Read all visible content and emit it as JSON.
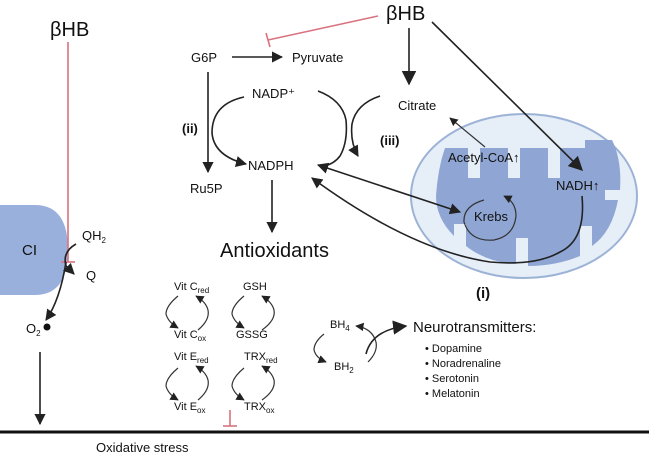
{
  "colors": {
    "mito_outer_fill": "#e6eef8",
    "mito_outer_stroke": "#9db3d6",
    "cristae_fill": "#8fa6d4",
    "complex_fill": "#9ab0dc",
    "inhibit_color": "#d9737f",
    "line_color": "#222222"
  },
  "labels": {
    "bhb_left": "βHB",
    "bhb_top": "βHB",
    "g6p": "G6P",
    "pyruvate": "Pyruvate",
    "nadp_plus": "NADP⁺",
    "nadph": "NADPH",
    "ru5p": "Ru5P",
    "citrate": "Citrate",
    "acetyl_coa": "Acetyl-CoA↑",
    "nadh": "NADH↑",
    "krebs": "Krebs",
    "antioxidants": "Antioxidants",
    "roman_ii": "(ii)",
    "roman_iii": "(iii)",
    "roman_i": "(i)",
    "ci": "CI",
    "qh2_base": "QH",
    "qh2_sub": "2",
    "q": "Q",
    "o2_base": "O",
    "o2_sub": "2",
    "oxidative_stress": "Oxidative stress",
    "vitc_red_base": "Vit C",
    "vitc_red_sub": "red",
    "vitc_ox_base": "Vit C",
    "vitc_ox_sub": "ox",
    "gsh": "GSH",
    "gssg": "GSSG",
    "vite_red_base": "Vit E",
    "vite_red_sub": "red",
    "vite_ox_base": "Vit E",
    "vite_ox_sub": "ox",
    "trx_red_base": "TRX",
    "trx_red_sub": "red",
    "trx_ox_base": "TRX",
    "trx_ox_sub": "ox",
    "bh4_base": "BH",
    "bh4_sub": "4",
    "bh2_base": "BH",
    "bh2_sub": "2",
    "neurotransmitters": "Neurotransmitters:",
    "nt_items": [
      "• Dopamine",
      "• Noradrenaline",
      "• Serotonin",
      "• Melatonin"
    ]
  }
}
